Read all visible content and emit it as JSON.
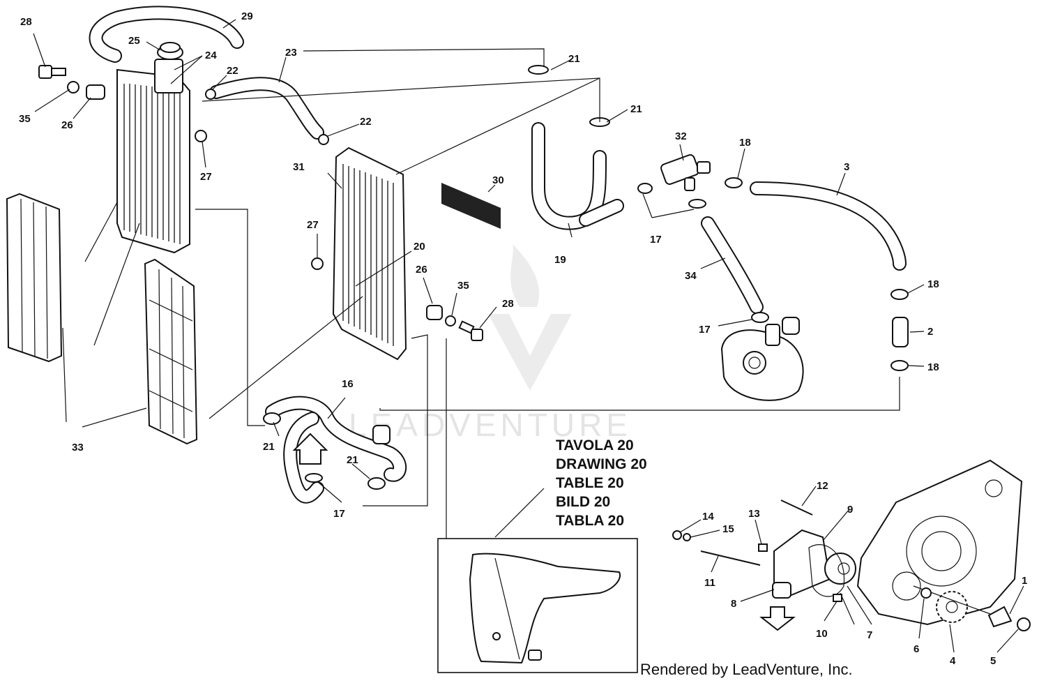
{
  "callouts": [
    "1",
    "2",
    "3",
    "4",
    "5",
    "6",
    "7",
    "8",
    "9",
    "10",
    "11",
    "12",
    "13",
    "14",
    "15",
    "16",
    "17",
    "18",
    "19",
    "20",
    "21",
    "22",
    "23",
    "24",
    "25",
    "26",
    "27",
    "28",
    "29",
    "30",
    "31",
    "32",
    "33",
    "34",
    "35"
  ],
  "table_ref_lines": [
    "TAVOLA 20",
    "DRAWING 20",
    "TABLE 20",
    "BILD 20",
    "TABLA 20"
  ],
  "watermark": "LEADVENTURE",
  "footer": "Rendered by LeadVenture, Inc."
}
